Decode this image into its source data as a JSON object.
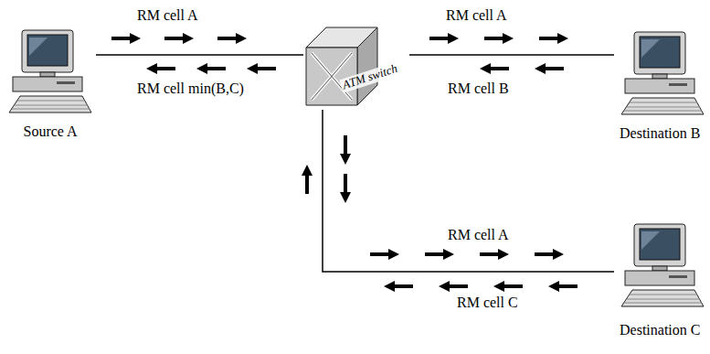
{
  "diagram": {
    "nodes": [
      {
        "text": [
          "Source A"
        ]
      },
      {
        "text": [
          "ATM switch"
        ]
      },
      {
        "text": [
          "Destination B"
        ]
      },
      {
        "text": [
          "Destination C"
        ]
      }
    ],
    "edges": [
      {
        "from": 0,
        "to": 1,
        "arrow": "none"
      },
      {
        "from": 1,
        "to": 2,
        "arrow": "none"
      },
      {
        "from": 1,
        "to": 3,
        "arrow": "none"
      }
    ],
    "labels": [
      "RM cell A",
      "RM cell min(B,C)",
      "RM cell A",
      "RM cell B",
      "RM cell A",
      "RM cell C"
    ]
  }
}
